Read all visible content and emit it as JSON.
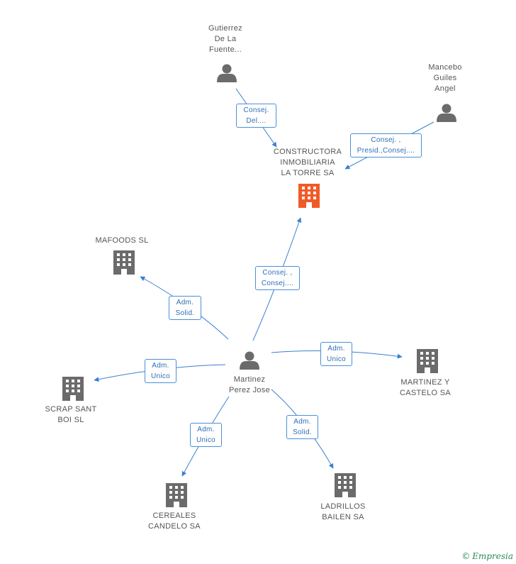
{
  "colors": {
    "edge": "#3a7fd0",
    "person": "#6b6b6b",
    "company": "#6b6b6b",
    "focus_company": "#f05a28"
  },
  "nodes": {
    "gutierrez": {
      "type": "person-icon",
      "lines": [
        "Gutierrez",
        "De La",
        "Fuente..."
      ]
    },
    "mancebo": {
      "type": "person-icon",
      "lines": [
        "Mancebo",
        "Guiles",
        "Angel"
      ]
    },
    "constructora": {
      "type": "building-icon",
      "focus": true,
      "lines": [
        "CONSTRUCTORA",
        "INMOBILIARIA",
        "LA TORRE SA"
      ]
    },
    "mafoods": {
      "type": "building-icon",
      "lines": [
        "MAFOODS SL"
      ]
    },
    "martinez": {
      "type": "person-icon",
      "lines": [
        "Martinez",
        "Perez Jose"
      ]
    },
    "martinez_castelo": {
      "type": "building-icon",
      "lines": [
        "MARTINEZ Y",
        "CASTELO SA"
      ]
    },
    "scrap": {
      "type": "building-icon",
      "lines": [
        "SCRAP SANT",
        "BOI SL"
      ]
    },
    "cereales": {
      "type": "building-icon",
      "lines": [
        "CEREALES",
        "CANDELO SA"
      ]
    },
    "ladrillos": {
      "type": "building-icon",
      "lines": [
        "LADRILLOS",
        "BAILEN SA"
      ]
    }
  },
  "edges": {
    "gutierrez_constructora": {
      "lines": [
        "Consej.",
        "Del...."
      ]
    },
    "mancebo_constructora": {
      "lines": [
        "Consej. ,",
        "Presid.,Consej...."
      ]
    },
    "martinez_constructora": {
      "lines": [
        "Consej. ,",
        "Consej...."
      ]
    },
    "martinez_mafoods": {
      "lines": [
        "Adm.",
        "Solid."
      ]
    },
    "martinez_castelo": {
      "lines": [
        "Adm.",
        "Unico"
      ]
    },
    "martinez_scrap": {
      "lines": [
        "Adm.",
        "Unico"
      ]
    },
    "martinez_cereales": {
      "lines": [
        "Adm.",
        "Unico"
      ]
    },
    "martinez_ladrillos": {
      "lines": [
        "Adm.",
        "Solid."
      ]
    }
  },
  "brand": {
    "copyright": "©",
    "name": "Empresia"
  }
}
